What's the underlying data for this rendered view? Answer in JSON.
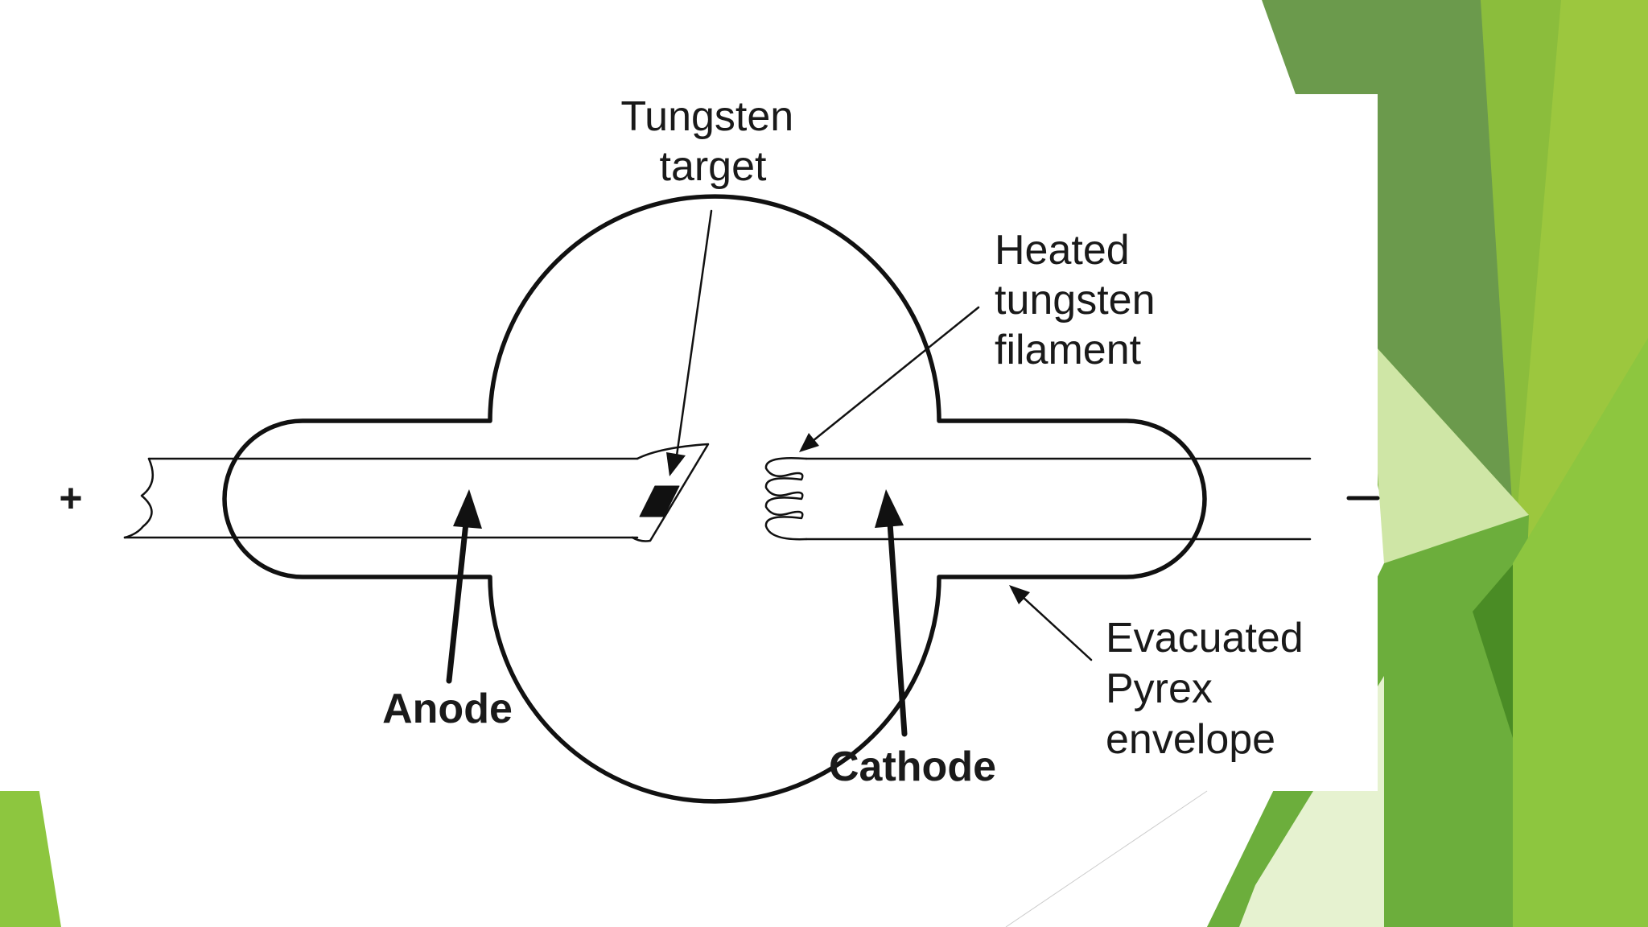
{
  "slide": {
    "theme_colors": {
      "dark_green": "#6b9a4c",
      "mid_green": "#7cb342",
      "light_green": "#a6cf4e",
      "pale_green": "#cfe6a6",
      "lime": "#8dc63f",
      "deep_green": "#4a8c25"
    }
  },
  "diagram": {
    "labels": {
      "tungsten_target": [
        "Tungsten",
        "target"
      ],
      "heated_filament": [
        "Heated",
        "tungsten",
        "filament"
      ],
      "evacuated_envelope": [
        "Evacuated",
        "Pyrex",
        "envelope"
      ],
      "anode": "Anode",
      "cathode": "Cathode",
      "plus_sign": "+",
      "minus_sign": "–"
    },
    "line_color": "#111111"
  }
}
